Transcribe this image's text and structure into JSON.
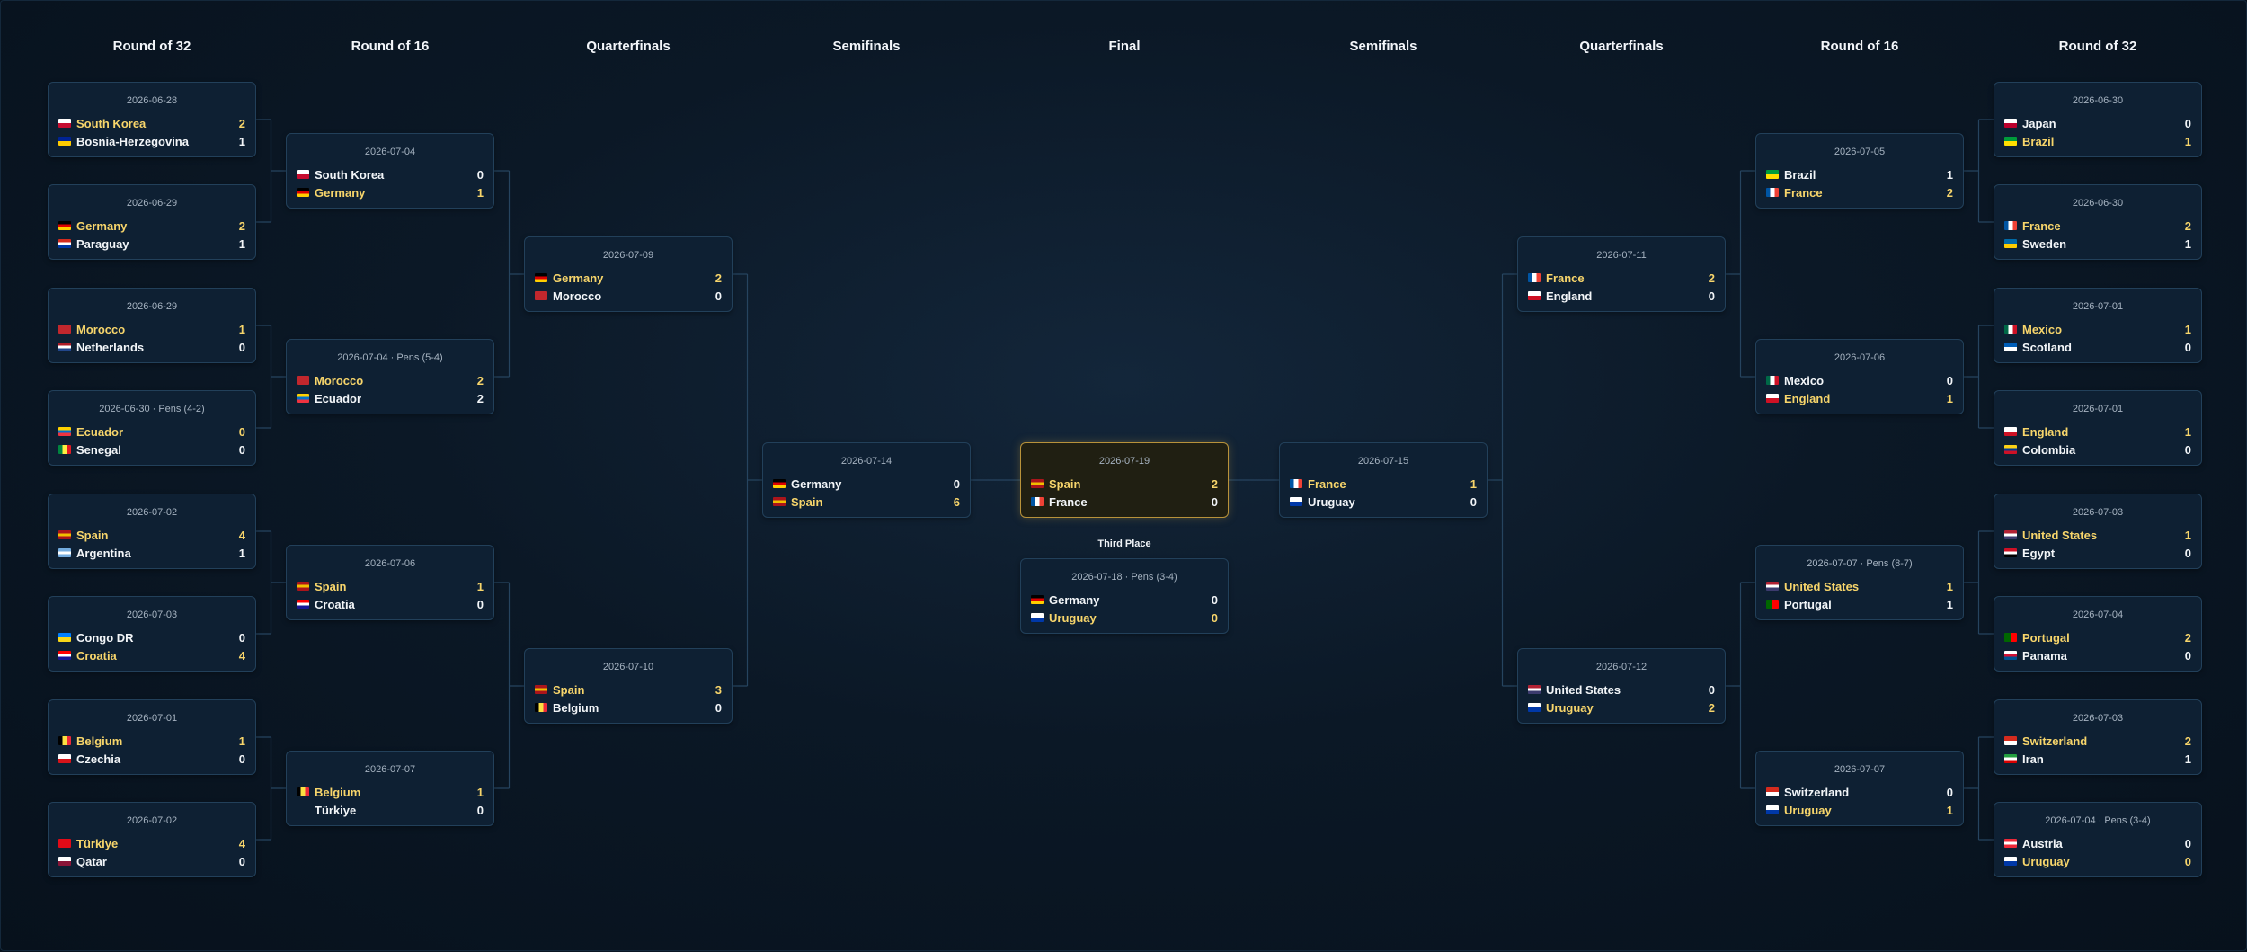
{
  "rounds": {
    "left": [
      "Round of 32",
      "Round of 16",
      "Quarterfinals",
      "Semifinals"
    ],
    "center": "Final",
    "right": [
      "Semifinals",
      "Quarterfinals",
      "Round of 16",
      "Round of 32"
    ]
  },
  "third_place_label": "Third Place",
  "flags": {
    "South Korea": [
      "#ffffff",
      "#c60c30"
    ],
    "Bosnia-Herzegovina": [
      "#002395",
      "#fecb00"
    ],
    "Germany": [
      "#000000",
      "#dd0000",
      "#ffce00"
    ],
    "Paraguay": [
      "#d52b1e",
      "#ffffff",
      "#0038a8"
    ],
    "Morocco": [
      "#c1272d"
    ],
    "Netherlands": [
      "#ae1c28",
      "#ffffff",
      "#21468b"
    ],
    "Ecuador": [
      "#ffd100",
      "#0072ce",
      "#ef3340"
    ],
    "Senegal": [
      "#00853f",
      "#fdef42",
      "#e31b23"
    ],
    "Spain": [
      "#aa151b",
      "#f1bf00",
      "#aa151b"
    ],
    "Argentina": [
      "#74acdf",
      "#ffffff",
      "#74acdf"
    ],
    "Congo DR": [
      "#007fff",
      "#f7d618"
    ],
    "Croatia": [
      "#ff0000",
      "#ffffff",
      "#171796"
    ],
    "Belgium": [
      "#000000",
      "#fae042",
      "#ed2939"
    ],
    "Czechia": [
      "#ffffff",
      "#d7141a"
    ],
    "Türkiye": [
      "#e30a17"
    ],
    "Qatar": [
      "#ffffff",
      "#8a1538"
    ],
    "Japan": [
      "#ffffff",
      "#bc002d"
    ],
    "Brazil": [
      "#009c3b",
      "#ffdf00"
    ],
    "France": [
      "#0055a4",
      "#ffffff",
      "#ef4135"
    ],
    "Sweden": [
      "#006aa7",
      "#fecc00"
    ],
    "Mexico": [
      "#006847",
      "#ffffff",
      "#ce1126"
    ],
    "Scotland": [
      "#005eb8",
      "#ffffff"
    ],
    "England": [
      "#ffffff",
      "#ce1124"
    ],
    "Colombia": [
      "#fcd116",
      "#003893",
      "#ce1126"
    ],
    "United States": [
      "#b22234",
      "#ffffff",
      "#3c3b6e"
    ],
    "Egypt": [
      "#ce1126",
      "#ffffff",
      "#000000"
    ],
    "Portugal": [
      "#006600",
      "#ff0000"
    ],
    "Panama": [
      "#ffffff",
      "#d21034",
      "#005293"
    ],
    "Switzerland": [
      "#d52b1e",
      "#ffffff"
    ],
    "Iran": [
      "#239f40",
      "#ffffff",
      "#da0000"
    ],
    "Austria": [
      "#ed2939",
      "#ffffff",
      "#ed2939"
    ],
    "Uruguay": [
      "#ffffff",
      "#0038a8"
    ]
  },
  "matches": [
    {
      "id": "l32-1",
      "date": "2026-06-28",
      "t1": "South Korea",
      "s1": "2",
      "t2": "Bosnia-Herzegovina",
      "s2": "1",
      "winner": 1
    },
    {
      "id": "l32-2",
      "date": "2026-06-29",
      "t1": "Germany",
      "s1": "2",
      "t2": "Paraguay",
      "s2": "1",
      "winner": 1
    },
    {
      "id": "l32-3",
      "date": "2026-06-29",
      "t1": "Morocco",
      "s1": "1",
      "t2": "Netherlands",
      "s2": "0",
      "winner": 1
    },
    {
      "id": "l32-4",
      "date": "2026-06-30 · Pens (4-2)",
      "t1": "Ecuador",
      "s1": "0",
      "t2": "Senegal",
      "s2": "0",
      "winner": 1
    },
    {
      "id": "l32-5",
      "date": "2026-07-02",
      "t1": "Spain",
      "s1": "4",
      "t2": "Argentina",
      "s2": "1",
      "winner": 1
    },
    {
      "id": "l32-6",
      "date": "2026-07-03",
      "t1": "Congo DR",
      "s1": "0",
      "t2": "Croatia",
      "s2": "4",
      "winner": 2
    },
    {
      "id": "l32-7",
      "date": "2026-07-01",
      "t1": "Belgium",
      "s1": "1",
      "t2": "Czechia",
      "s2": "0",
      "winner": 1
    },
    {
      "id": "l32-8",
      "date": "2026-07-02",
      "t1": "Türkiye",
      "s1": "4",
      "t2": "Qatar",
      "s2": "0",
      "winner": 1
    },
    {
      "id": "l16-1",
      "date": "2026-07-04",
      "t1": "South Korea",
      "s1": "0",
      "t2": "Germany",
      "s2": "1",
      "winner": 2
    },
    {
      "id": "l16-2",
      "date": "2026-07-04 · Pens (5-4)",
      "t1": "Morocco",
      "s1": "2",
      "t2": "Ecuador",
      "s2": "2",
      "winner": 1
    },
    {
      "id": "l16-3",
      "date": "2026-07-06",
      "t1": "Spain",
      "s1": "1",
      "t2": "Croatia",
      "s2": "0",
      "winner": 1
    },
    {
      "id": "l16-4",
      "date": "2026-07-07",
      "t1": "Belgium",
      "s1": "1",
      "t2": "Türkiye",
      "s2": "0",
      "winner": 1,
      "noflag2": true
    },
    {
      "id": "lqf-1",
      "date": "2026-07-09",
      "t1": "Germany",
      "s1": "2",
      "t2": "Morocco",
      "s2": "0",
      "winner": 1
    },
    {
      "id": "lqf-2",
      "date": "2026-07-10",
      "t1": "Spain",
      "s1": "3",
      "t2": "Belgium",
      "s2": "0",
      "winner": 1
    },
    {
      "id": "lsf",
      "date": "2026-07-14",
      "t1": "Germany",
      "s1": "0",
      "t2": "Spain",
      "s2": "6",
      "winner": 2
    },
    {
      "id": "final",
      "date": "2026-07-19",
      "t1": "Spain",
      "s1": "2",
      "t2": "France",
      "s2": "0",
      "winner": 1
    },
    {
      "id": "third",
      "date": "2026-07-18 · Pens (3-4)",
      "t1": "Germany",
      "s1": "0",
      "t2": "Uruguay",
      "s2": "0",
      "winner": 2
    },
    {
      "id": "rsf",
      "date": "2026-07-15",
      "t1": "France",
      "s1": "1",
      "t2": "Uruguay",
      "s2": "0",
      "winner": 1
    },
    {
      "id": "rqf-1",
      "date": "2026-07-11",
      "t1": "France",
      "s1": "2",
      "t2": "England",
      "s2": "0",
      "winner": 1
    },
    {
      "id": "rqf-2",
      "date": "2026-07-12",
      "t1": "United States",
      "s1": "0",
      "t2": "Uruguay",
      "s2": "2",
      "winner": 2
    },
    {
      "id": "r16-1",
      "date": "2026-07-05",
      "t1": "Brazil",
      "s1": "1",
      "t2": "France",
      "s2": "2",
      "winner": 2
    },
    {
      "id": "r16-2",
      "date": "2026-07-06",
      "t1": "Mexico",
      "s1": "0",
      "t2": "England",
      "s2": "1",
      "winner": 2
    },
    {
      "id": "r16-3",
      "date": "2026-07-07 · Pens (8-7)",
      "t1": "United States",
      "s1": "1",
      "t2": "Portugal",
      "s2": "1",
      "winner": 1
    },
    {
      "id": "r16-4",
      "date": "2026-07-07",
      "t1": "Switzerland",
      "s1": "0",
      "t2": "Uruguay",
      "s2": "1",
      "winner": 2
    },
    {
      "id": "r32-1",
      "date": "2026-06-30",
      "t1": "Japan",
      "s1": "0",
      "t2": "Brazil",
      "s2": "1",
      "winner": 2
    },
    {
      "id": "r32-2",
      "date": "2026-06-30",
      "t1": "France",
      "s1": "2",
      "t2": "Sweden",
      "s2": "1",
      "winner": 1
    },
    {
      "id": "r32-3",
      "date": "2026-07-01",
      "t1": "Mexico",
      "s1": "1",
      "t2": "Scotland",
      "s2": "0",
      "winner": 1
    },
    {
      "id": "r32-4",
      "date": "2026-07-01",
      "t1": "England",
      "s1": "1",
      "t2": "Colombia",
      "s2": "0",
      "winner": 1
    },
    {
      "id": "r32-5",
      "date": "2026-07-03",
      "t1": "United States",
      "s1": "1",
      "t2": "Egypt",
      "s2": "0",
      "winner": 1
    },
    {
      "id": "r32-6",
      "date": "2026-07-04",
      "t1": "Portugal",
      "s1": "2",
      "t2": "Panama",
      "s2": "0",
      "winner": 1
    },
    {
      "id": "r32-7",
      "date": "2026-07-03",
      "t1": "Switzerland",
      "s1": "2",
      "t2": "Iran",
      "s2": "1",
      "winner": 1
    },
    {
      "id": "r32-8",
      "date": "2026-07-04 · Pens (3-4)",
      "t1": "Austria",
      "s1": "0",
      "t2": "Uruguay",
      "s2": "0",
      "winner": 2
    }
  ]
}
